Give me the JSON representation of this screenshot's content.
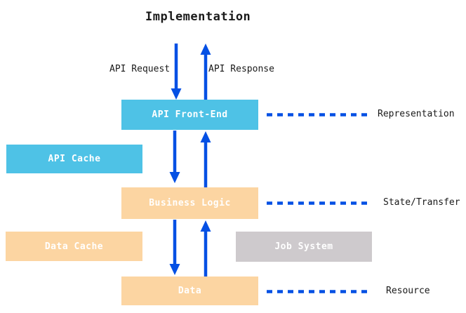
{
  "diagram": {
    "title": "Implementation",
    "flow_labels": {
      "request": "API Request",
      "response": "API Response"
    },
    "nodes": {
      "api_front_end": {
        "label": "API Front-End"
      },
      "api_cache": {
        "label": "API Cache"
      },
      "business_logic": {
        "label": "Business Logic"
      },
      "data_cache": {
        "label": "Data Cache"
      },
      "job_system": {
        "label": "Job System"
      },
      "data": {
        "label": "Data"
      }
    },
    "layers": {
      "representation": "Representation",
      "state_transfer": "State/Transfer",
      "resource": "Resource"
    }
  },
  "colors": {
    "box_blue": "#4EC2E6",
    "box_orange": "#FCD5A2",
    "box_gray": "#CECACD",
    "arrow_blue": "#0450E4",
    "label_text": "#1A1A1A",
    "node_text": "#FFFFFF",
    "background": "#FFFFFF"
  }
}
